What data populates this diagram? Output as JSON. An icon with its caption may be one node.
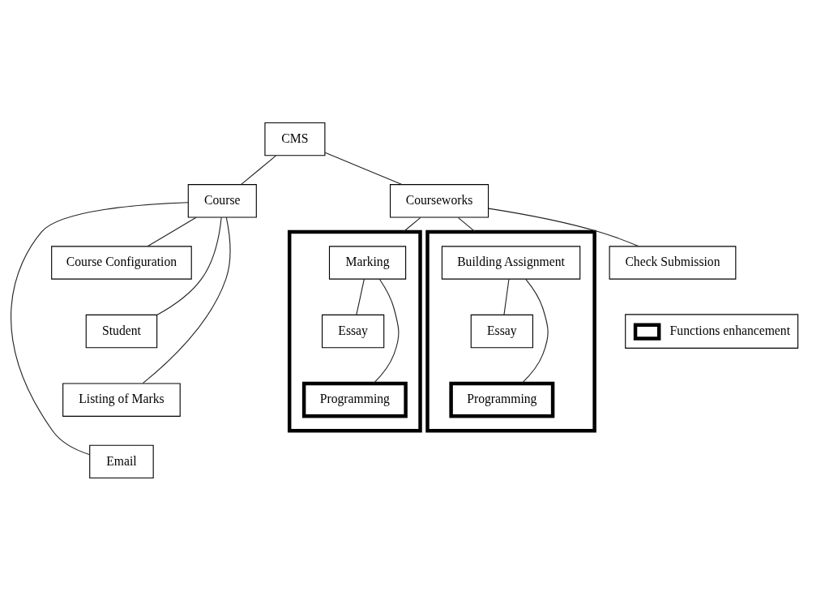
{
  "diagram": {
    "nodes": [
      {
        "text": [
          "CMS"
        ]
      },
      {
        "text": [
          "Course"
        ]
      },
      {
        "text": [
          "Courseworks"
        ]
      },
      {
        "text": [
          "Course Configuration"
        ]
      },
      {
        "text": [
          "Student"
        ]
      },
      {
        "text": [
          "Listing of Marks"
        ]
      },
      {
        "text": [
          "Email"
        ]
      },
      {
        "text": [
          "Check Submission"
        ]
      },
      {
        "text": [],
        "shape": "box"
      },
      {
        "text": [
          "Marking"
        ],
        "in": 8
      },
      {
        "text": [
          "Essay"
        ],
        "in": 8
      },
      {
        "text": [
          "Programming"
        ],
        "in": 8
      },
      {
        "text": [],
        "shape": "box"
      },
      {
        "text": [
          "Building Assignment"
        ],
        "in": 12
      },
      {
        "text": [
          "Essay"
        ],
        "in": 12
      },
      {
        "text": [
          "Programming"
        ],
        "in": 12
      }
    ],
    "edges": [
      {
        "from": 0,
        "to": 1,
        "arrow": "none"
      },
      {
        "from": 0,
        "to": 2,
        "arrow": "none"
      },
      {
        "from": 1,
        "to": 3,
        "arrow": "none"
      },
      {
        "from": 1,
        "to": 4,
        "arrow": "none"
      },
      {
        "from": 1,
        "to": 5,
        "arrow": "none"
      },
      {
        "from": 1,
        "to": 6,
        "arrow": "none"
      },
      {
        "from": 2,
        "to": 7,
        "arrow": "none"
      },
      {
        "from": 2,
        "to": 8,
        "arrow": "none"
      },
      {
        "from": 2,
        "to": 12,
        "arrow": "none"
      },
      {
        "from": 9,
        "to": 10,
        "arrow": "none"
      },
      {
        "from": 9,
        "to": 11,
        "arrow": "none"
      },
      {
        "from": 13,
        "to": 14,
        "arrow": "none"
      },
      {
        "from": 13,
        "to": 15,
        "arrow": "none"
      }
    ],
    "legend": [
      {
        "text": "Functions enhancement"
      }
    ]
  }
}
